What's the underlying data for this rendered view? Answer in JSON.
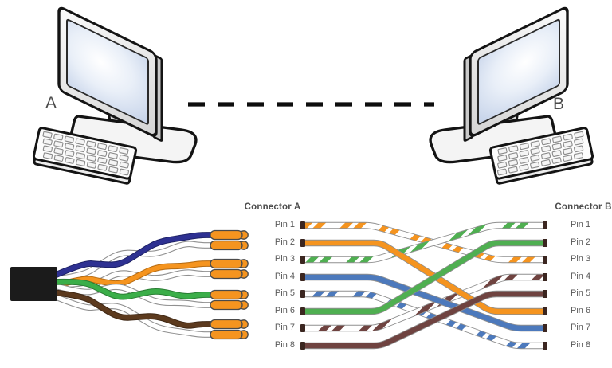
{
  "network": {
    "computer_a_label": "A",
    "computer_b_label": "B"
  },
  "diagram": {
    "connector_a_heading": "Connector A",
    "connector_b_heading": "Connector B",
    "pin_labels": [
      "Pin 1",
      "Pin 2",
      "Pin 3",
      "Pin 4",
      "Pin 5",
      "Pin 6",
      "Pin 7",
      "Pin 8"
    ],
    "wires": [
      {
        "name": "white-orange",
        "from_pin": 1,
        "to_pin": 3,
        "style": "striped",
        "color": "#F5941F"
      },
      {
        "name": "orange",
        "from_pin": 2,
        "to_pin": 6,
        "style": "solid",
        "color": "#F5941F"
      },
      {
        "name": "white-green",
        "from_pin": 3,
        "to_pin": 1,
        "style": "striped",
        "color": "#4FAF51"
      },
      {
        "name": "blue",
        "from_pin": 4,
        "to_pin": 7,
        "style": "solid",
        "color": "#4C79BC"
      },
      {
        "name": "white-blue",
        "from_pin": 5,
        "to_pin": 8,
        "style": "striped",
        "color": "#4C79BC"
      },
      {
        "name": "green",
        "from_pin": 6,
        "to_pin": 2,
        "style": "solid",
        "color": "#4FAF51"
      },
      {
        "name": "white-brown",
        "from_pin": 7,
        "to_pin": 4,
        "style": "striped",
        "color": "#6F4340"
      },
      {
        "name": "brown",
        "from_pin": 8,
        "to_pin": 5,
        "style": "solid",
        "color": "#6F4340"
      }
    ],
    "wire_outline_color": "#8F8F8F",
    "pin_contact_color": "#3B2620"
  },
  "cable": {
    "jacket_color": "#1B1B1B",
    "tip_color": "#F5941F",
    "tip_outline_color": "#4A4A4A",
    "white_wire_color": "#FFFFFF",
    "white_wire_outline": "#909090",
    "pairs": [
      {
        "name": "blue-pair",
        "color": "#2E3192",
        "outline": "#1E2266"
      },
      {
        "name": "orange-pair",
        "color": "#F5941F",
        "outline": "#B56A10"
      },
      {
        "name": "green-pair",
        "color": "#3BAE49",
        "outline": "#2A7D34"
      },
      {
        "name": "brown-pair",
        "color": "#5C3A1E",
        "outline": "#3E2714"
      }
    ]
  }
}
